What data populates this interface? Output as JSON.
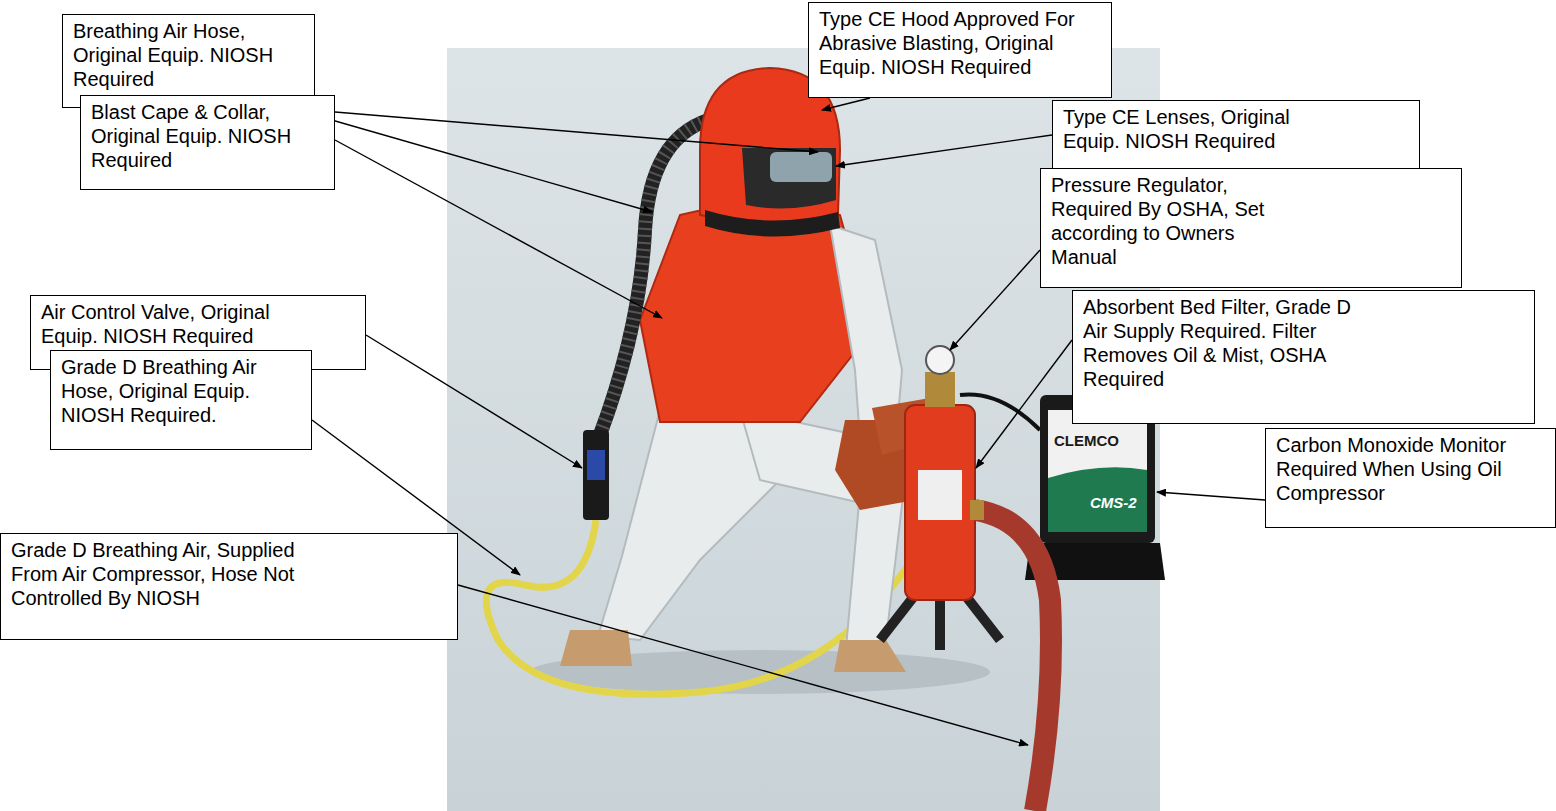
{
  "diagram": {
    "nodes": [
      {
        "text": [
          "Breathing Air Hose, Original Equip. NIOSH Required"
        ]
      },
      {
        "text": [
          "Type CE Hood Approved For Abrasive Blasting, Original Equip. NIOSH Required"
        ]
      },
      {
        "text": [
          "Blast Cape & Collar, Original Equip. NIOSH Required"
        ]
      },
      {
        "text": [
          "Type CE Lenses, Original Equip. NIOSH Required"
        ]
      },
      {
        "text": [
          "Pressure Regulator, Required By OSHA, Set according to Owners Manual"
        ]
      },
      {
        "text": [
          "Air Control Valve, Original Equip. NIOSH Required"
        ]
      },
      {
        "text": [
          "Absorbent Bed Filter, Grade D Air Supply Required. Filter Removes Oil & Mist, OSHA Required"
        ]
      },
      {
        "text": [
          "Grade D Breathing Air Hose, Original Equip. NIOSH Required."
        ]
      },
      {
        "text": [
          "Carbon Monoxide Monitor Required When Using Oil Compressor"
        ]
      },
      {
        "text": [
          "Grade D Breathing Air, Supplied From Air Compressor, Hose Not Controlled By NIOSH"
        ]
      }
    ],
    "labels": [
      "CLEMCO",
      "CMS-2"
    ]
  }
}
